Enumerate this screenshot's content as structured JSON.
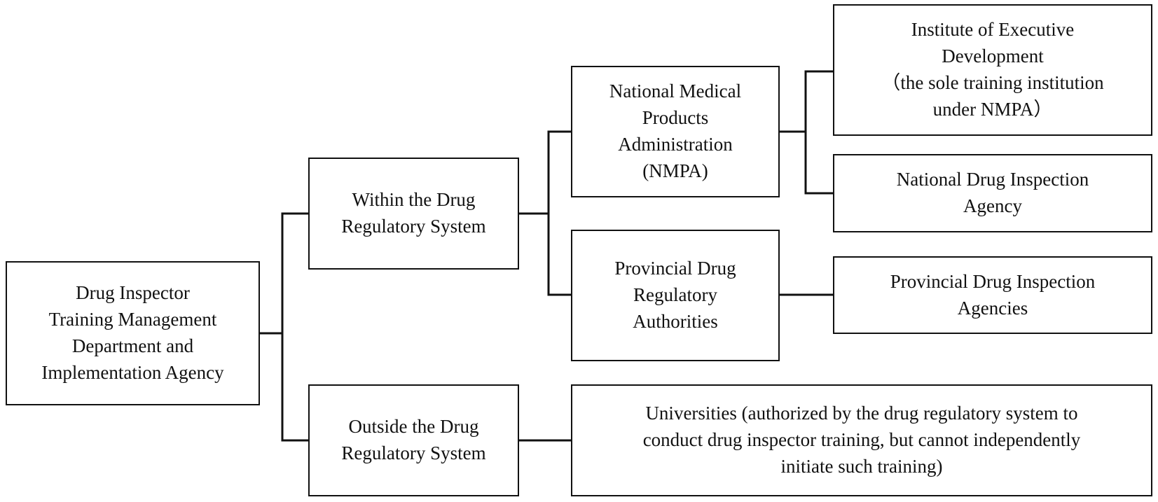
{
  "nodes": {
    "root": "Drug Inspector\nTraining Management\nDepartment and\nImplementation Agency",
    "within": "Within the Drug\nRegulatory System",
    "outside": "Outside the Drug\nRegulatory System",
    "nmpa": "National Medical\nProducts\nAdministration\n(NMPA)",
    "provincial_authorities": "Provincial Drug\nRegulatory\nAuthorities",
    "institute": "Institute of Executive\nDevelopment\n（the sole training institution\nunder NMPA）",
    "national_agency": "National Drug Inspection\nAgency",
    "provincial_agencies": "Provincial Drug Inspection\nAgencies",
    "universities": "Universities (authorized by the drug regulatory system to\nconduct drug inspector training, but cannot independently\ninitiate such training)"
  }
}
